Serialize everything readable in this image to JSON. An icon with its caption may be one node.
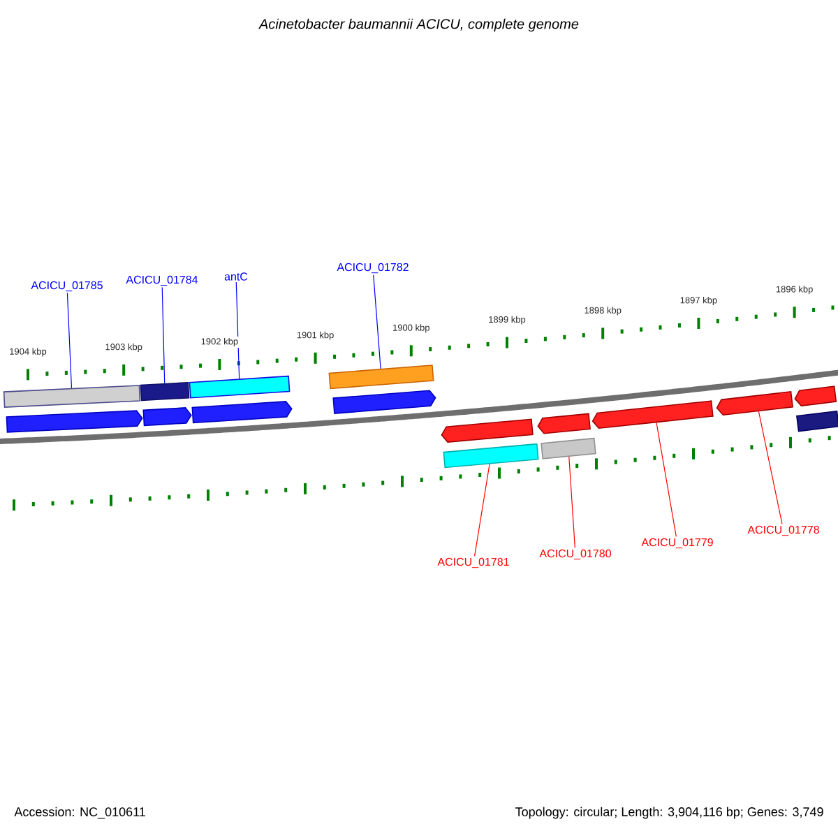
{
  "diagram": {
    "title": "Acinetobacter baumannii ACICU, complete genome",
    "nodes": [
      {
        "text": [
          "ACICU_01785"
        ]
      },
      {
        "text": [
          "ACICU_01784"
        ]
      },
      {
        "text": [
          "antC"
        ]
      },
      {
        "text": [
          "ACICU_01782"
        ]
      },
      {
        "text": [],
        "shape": "bar"
      },
      {
        "text": [],
        "shape": "bar"
      },
      {
        "text": [],
        "shape": "bar"
      },
      {
        "text": [],
        "shape": "bar"
      },
      {
        "text": [],
        "shape": "pentagon"
      },
      {
        "text": [],
        "shape": "pentagon"
      },
      {
        "text": [],
        "shape": "pentagon"
      },
      {
        "text": [],
        "shape": "pentagon"
      },
      {
        "text": [],
        "shape": "pentagon"
      },
      {
        "text": [],
        "shape": "pentagon"
      },
      {
        "text": [],
        "shape": "pentagon"
      },
      {
        "text": [],
        "shape": "pentagon"
      },
      {
        "text": [],
        "shape": "pentagon"
      },
      {
        "text": [],
        "shape": "bar"
      },
      {
        "text": [],
        "shape": "bar"
      },
      {
        "text": [],
        "shape": "bar"
      },
      {
        "text": [
          "ACICU_01781"
        ]
      },
      {
        "text": [
          "ACICU_01780"
        ]
      },
      {
        "text": [
          "ACICU_01779"
        ]
      },
      {
        "text": [
          "ACICU_01778"
        ]
      }
    ],
    "edges": [
      {
        "from": 0,
        "to": 4,
        "arrow": "none",
        "color": "#0000ff"
      },
      {
        "from": 1,
        "to": 5,
        "arrow": "none",
        "color": "#0000ff"
      },
      {
        "from": 2,
        "to": 6,
        "arrow": "none",
        "color": "#0000ff"
      },
      {
        "from": 3,
        "to": 7,
        "arrow": "none",
        "color": "#0000ff"
      },
      {
        "from": 20,
        "to": 17,
        "arrow": "none",
        "color": "#ff0000"
      },
      {
        "from": 21,
        "to": 18,
        "arrow": "none",
        "color": "#ff0000"
      },
      {
        "from": 22,
        "to": 14,
        "arrow": "none",
        "color": "#ff0000"
      },
      {
        "from": 23,
        "to": 15,
        "arrow": "none",
        "color": "#ff0000"
      }
    ],
    "labels": [
      "1904 kbp",
      "1903 kbp",
      "1902 kbp",
      "1901 kbp",
      "1900 kbp",
      "1899 kbp",
      "1898 kbp",
      "1897 kbp",
      "1896 kbp",
      "Accession: NC_010611",
      "Topology: circular; Length: 3,904,116 bp; Genes: 3,749"
    ]
  }
}
